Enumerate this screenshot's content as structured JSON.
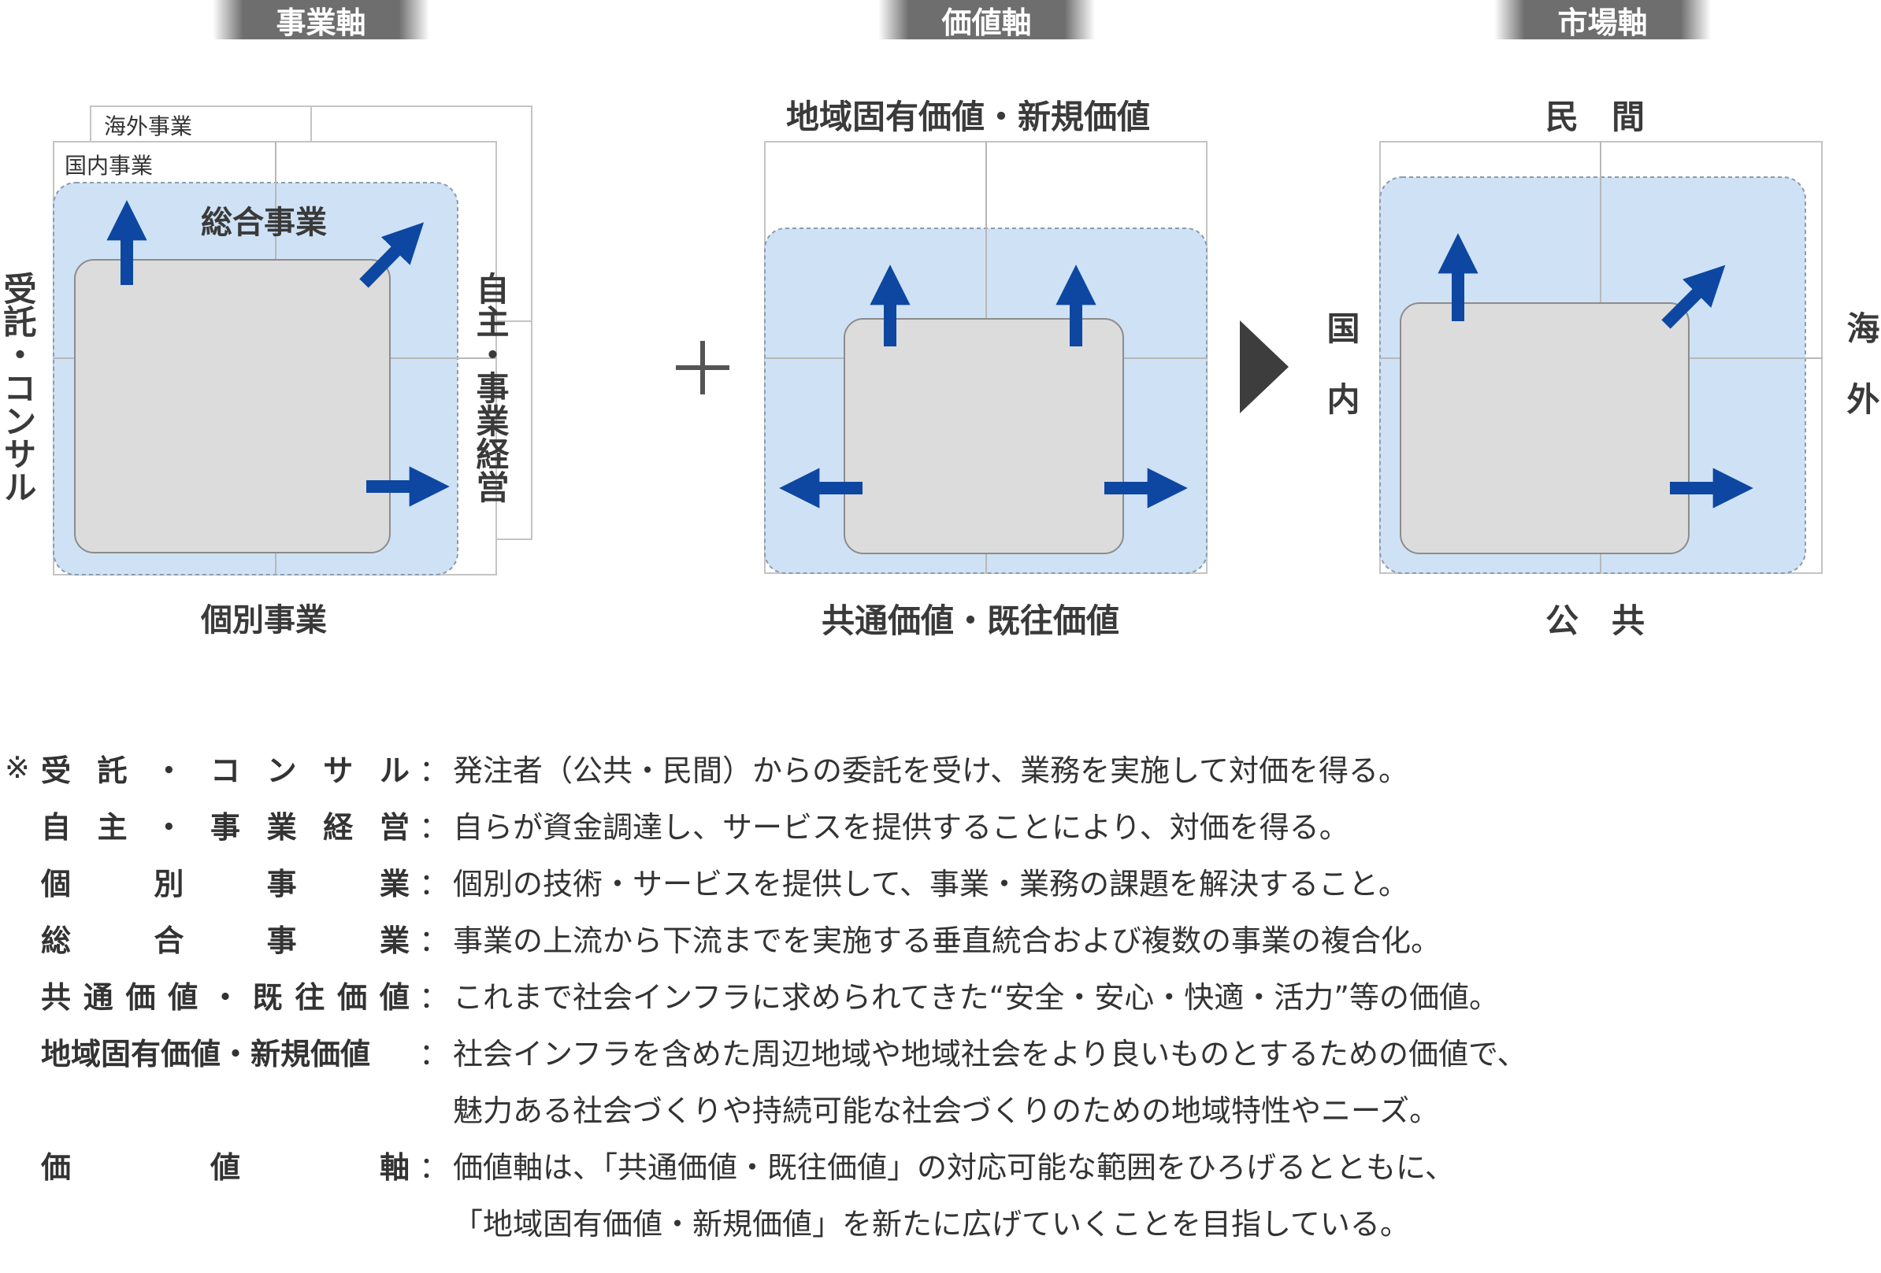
{
  "headers": {
    "business_axis": "事業軸",
    "value_axis": "価値軸",
    "market_axis": "市場軸"
  },
  "business_diagram": {
    "overseas_label": "海外事業",
    "domestic_label": "国内事業",
    "top_label": "総合事業",
    "bottom_label": "個別事業",
    "left_label": "受託・コンサル",
    "right_label": "自主・事業経営"
  },
  "value_diagram": {
    "top_label": "地域固有価値・新規価値",
    "bottom_label": "共通価値・既往価値"
  },
  "market_diagram": {
    "top_label": "民　間",
    "bottom_label": "公　共",
    "left_label": "国内",
    "right_label": "海外"
  },
  "symbols": {
    "plus": "＋"
  },
  "colors": {
    "header_bg": "#6e6e6e",
    "blue_fill": "#cfe2f5",
    "gray_fill": "#dcdcdc",
    "arrow": "#0d47a1",
    "grid_line": "#b8b8b8",
    "triangle": "#3d3d3d"
  },
  "notes": {
    "mark": "※",
    "items": [
      {
        "term": [
          "受",
          "託",
          "・",
          "コ",
          "ン",
          "サ",
          "ル"
        ],
        "desc": [
          "発注者（公共・民間）からの委託を受け、業務を実施して対価を得る。"
        ]
      },
      {
        "term": [
          "自",
          "主",
          "・",
          "事",
          "業",
          "経",
          "営"
        ],
        "desc": [
          "自らが資金調達し、サービスを提供することにより、対価を得る。"
        ]
      },
      {
        "term": [
          "個",
          "別",
          "事",
          "業"
        ],
        "desc": [
          "個別の技術・サービスを提供して、事業・業務の課題を解決すること。"
        ]
      },
      {
        "term": [
          "総",
          "合",
          "事",
          "業"
        ],
        "desc": [
          "事業の上流から下流までを実施する垂直統合および複数の事業の複合化。"
        ]
      },
      {
        "term": [
          "共",
          "通",
          "価",
          "値",
          "・",
          "既",
          "往",
          "価",
          "値"
        ],
        "desc": [
          "これまで社会インフラに求められてきた“安全・安心・快適・活力”等の価値。"
        ]
      },
      {
        "term": [
          "地域固有価値・新規価値"
        ],
        "desc": [
          "社会インフラを含めた周辺地域や地域社会をより良いものとするための価値で、",
          "魅力ある社会づくりや持続可能な社会づくりのための地域特性やニーズ。"
        ]
      },
      {
        "term": [
          "価",
          "値",
          "軸"
        ],
        "desc": [
          "価値軸は、「共通価値・既往価値」の対応可能な範囲をひろげるとともに、",
          "「地域固有価値・新規価値」を新たに広げていくことを目指している。"
        ]
      }
    ]
  }
}
